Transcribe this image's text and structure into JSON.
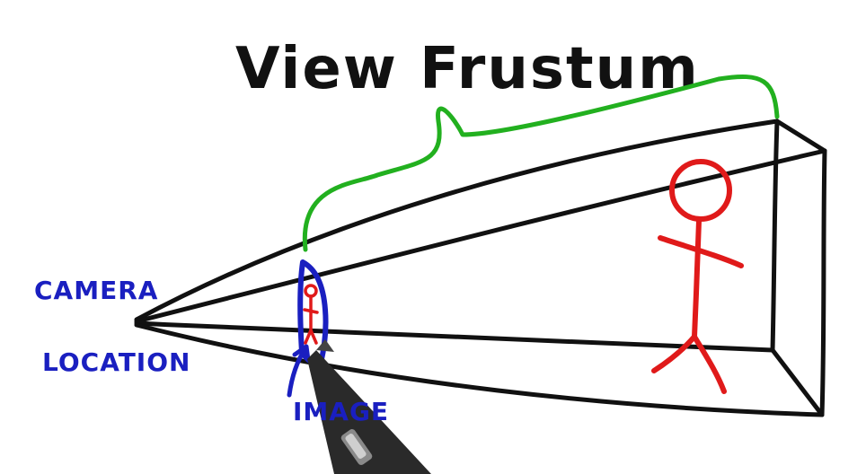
{
  "title": "View Frustum",
  "labels": {
    "camera": "CAMERA",
    "location": "LOCATION",
    "image": "IMAGE"
  },
  "colors": {
    "ink": "#111111",
    "blue": "#1a1fc0",
    "red": "#e01a1a",
    "green": "#22b01f",
    "pen": "#2a2a2a"
  }
}
